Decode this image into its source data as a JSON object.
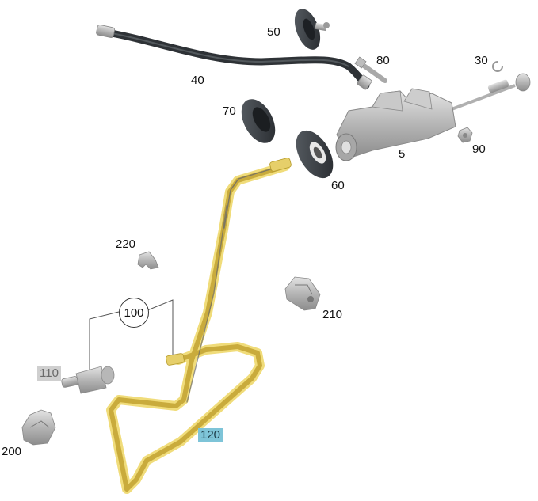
{
  "callouts": {
    "c5": "5",
    "c30": "30",
    "c40": "40",
    "c50": "50",
    "c60": "60",
    "c70": "70",
    "c80": "80",
    "c90": "90",
    "c100": "100",
    "c110": "110",
    "c120": "120",
    "c200": "200",
    "c210": "210",
    "c220": "220"
  },
  "colors": {
    "highlight_grey": "#cfcfcf",
    "highlight_blue": "#7ec4d8",
    "line_highlight": "#f0dc7a",
    "part_grey": "#b9b9b9",
    "hose_dark": "#3b3f44"
  }
}
